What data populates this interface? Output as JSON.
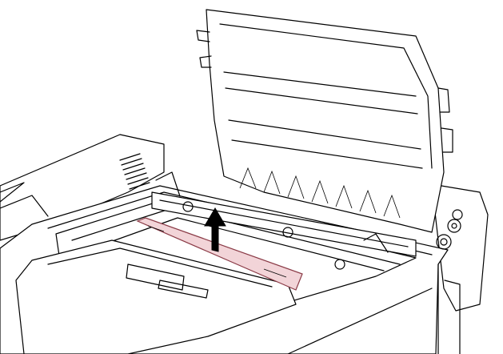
{
  "figure": {
    "subject": "printer-with-top-cover-open",
    "colors": {
      "line": "#000000",
      "background": "#ffffff",
      "highlight_fill": "#f2d4d8",
      "highlight_stroke": "#8a3a46",
      "arrow": "#000000"
    },
    "callouts": [
      {
        "icon": "up-arrow-icon",
        "meaning": "lift-direction"
      }
    ],
    "highlighted_part": "highlighted-bar"
  }
}
